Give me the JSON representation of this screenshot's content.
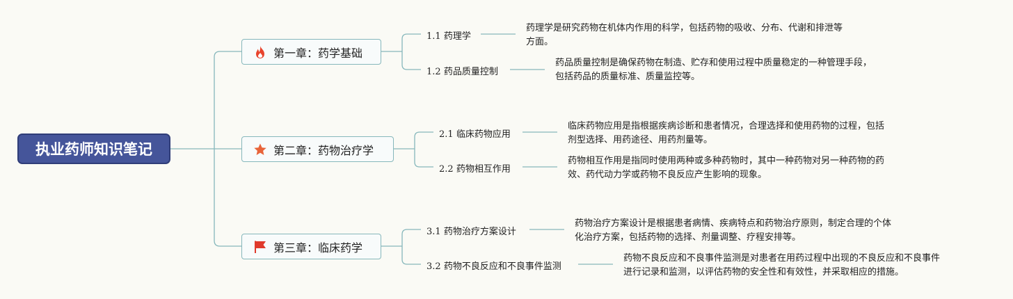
{
  "root": {
    "title": "执业药师知识笔记"
  },
  "chapters": [
    {
      "title": "第一章：药学基础",
      "icon": "fire-icon",
      "color": "#e8442d",
      "sections": [
        {
          "num": "1.1",
          "label": "药理学",
          "desc_lines": [
            "药理学是研究药物在机体内作用的科学，包括药物的吸收、分布、代谢和排泄等",
            "方面。"
          ]
        },
        {
          "num": "1.2",
          "label": "药品质量控制",
          "desc_lines": [
            "药品质量控制是确保药物在制造、贮存和使用过程中质量稳定的一种管理手段，",
            "包括药品的质量标准、质量监控等。"
          ]
        }
      ]
    },
    {
      "title": "第二章：药物治疗学",
      "icon": "star-icon",
      "color": "#e8643a",
      "sections": [
        {
          "num": "2.1",
          "label": "临床药物应用",
          "desc_lines": [
            "临床药物应用是指根据疾病诊断和患者情况，合理选择和使用药物的过程，包括",
            "剂型选择、用药途径、用药剂量等。"
          ]
        },
        {
          "num": "2.2",
          "label": "药物相互作用",
          "desc_lines": [
            "药物相互作用是指同时使用两种或多种药物时，其中一种药物对另一种药物的药",
            "效、药代动力学或药物不良反应产生影响的现象。"
          ]
        }
      ]
    },
    {
      "title": "第三章：临床药学",
      "icon": "flag-icon",
      "color": "#e03a2c",
      "sections": [
        {
          "num": "3.1",
          "label": "药物治疗方案设计",
          "desc_lines": [
            "药物治疗方案设计是根据患者病情、疾病特点和药物治疗原则，制定合理的个体",
            "化治疗方案，包括药物的选择、剂量调整、疗程安排等。"
          ]
        },
        {
          "num": "3.2",
          "label": "药物不良反应和不良事件监测",
          "desc_lines": [
            "药物不良反应和不良事件监测是对患者在用药过程中出现的不良反应和不良事件",
            "进行记录和监测，以评估药物的安全性和有效性，并采取相应的措施。"
          ]
        }
      ]
    }
  ],
  "colors": {
    "root_bg": "#45559a",
    "line": "#86b7bb"
  }
}
